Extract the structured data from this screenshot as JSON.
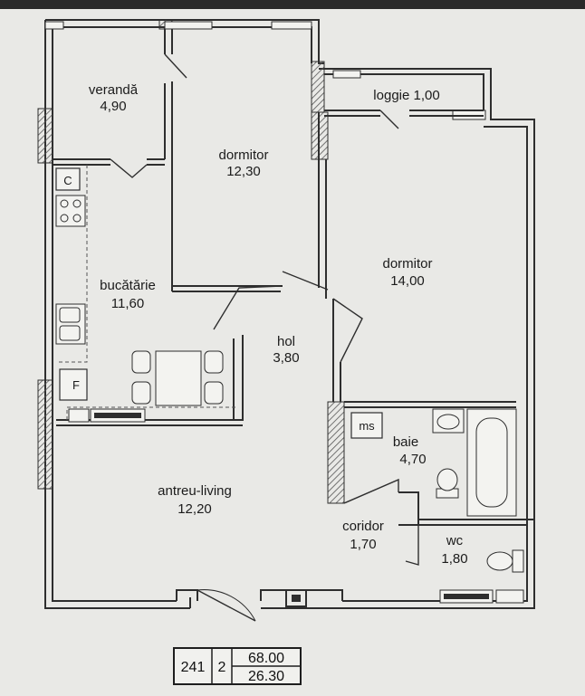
{
  "rooms": [
    {
      "name": "verandă",
      "area": "4,90"
    },
    {
      "name": "dormitor",
      "area": "12,30"
    },
    {
      "name": "loggie 1,00"
    },
    {
      "name": "dormitor",
      "area": "14,00"
    },
    {
      "name": "bucătărie",
      "area": "11,60"
    },
    {
      "name": "hol",
      "area": "3,80"
    },
    {
      "name": "baie",
      "area": "4,70"
    },
    {
      "name": "antreu-living",
      "area": "12,20"
    },
    {
      "name": "coridor",
      "area": "1,70"
    },
    {
      "name": "wc",
      "area": "1,80"
    }
  ],
  "fixtures": {
    "c_label": "C",
    "f_label": "F",
    "ms_label": "ms"
  },
  "legend": {
    "apartment_number": "241",
    "room_count": "2",
    "total_area": "68.00",
    "living_area": "26.30"
  },
  "colors": {
    "paper": "#e9e9e6",
    "wall": "#3a3a3a",
    "hatch": "#777777"
  }
}
